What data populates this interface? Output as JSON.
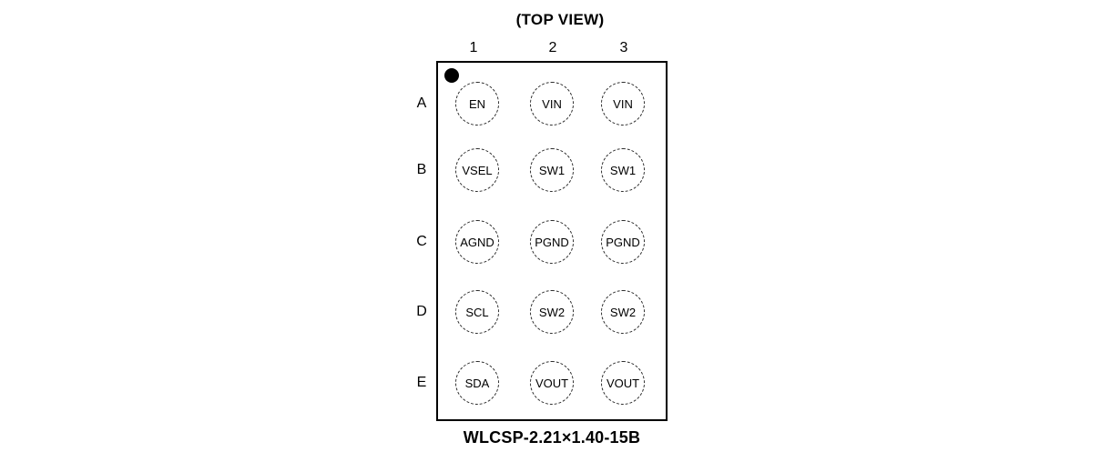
{
  "diagram": {
    "title": "(TOP VIEW)",
    "package_label": "WLCSP-2.21×1.40-15B",
    "columns": [
      "1",
      "2",
      "3"
    ],
    "rows": [
      {
        "label": "A",
        "pins": [
          "EN",
          "VIN",
          "VIN"
        ]
      },
      {
        "label": "B",
        "pins": [
          "VSEL",
          "SW1",
          "SW1"
        ]
      },
      {
        "label": "C",
        "pins": [
          "AGND",
          "PGND",
          "PGND"
        ]
      },
      {
        "label": "D",
        "pins": [
          "SCL",
          "SW2",
          "SW2"
        ]
      },
      {
        "label": "E",
        "pins": [
          "SDA",
          "VOUT",
          "VOUT"
        ]
      }
    ],
    "pin1_marker": "filled-dot-top-left",
    "colors": {
      "ink": "#000000",
      "background": "#ffffff"
    }
  }
}
